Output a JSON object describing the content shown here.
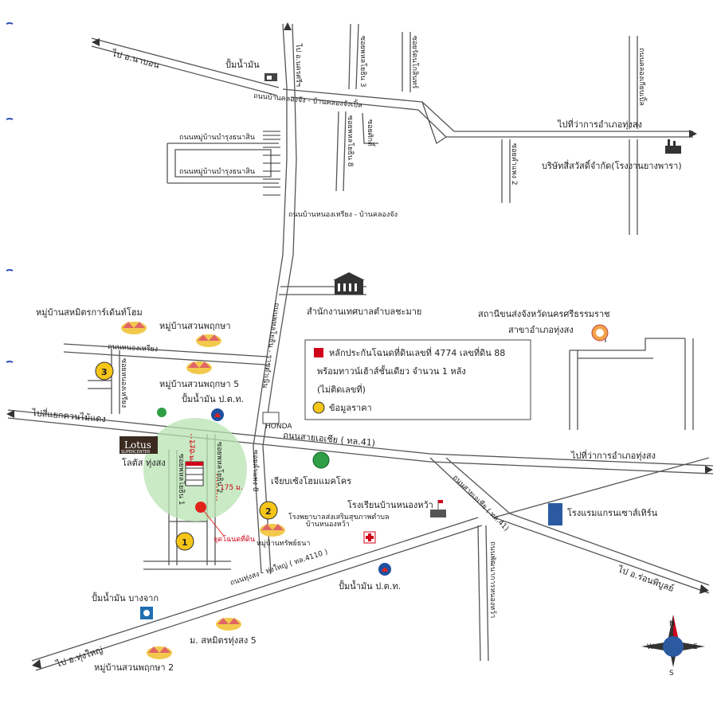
{
  "labels": {
    "to_na_bon": "ไป อ.นาบอน",
    "gas_top": "ปั้มน้ำมัน",
    "road_khlong_chang": "ถนนบ้านคลองจัง - บ้านคลองจังเปิ้ล",
    "to_thung_song_office_top": "ไปที่ว่าการอำเภอทุ่งสง",
    "company": "บริษัทสี่สวัสดิ์จำกัด(โรงงานยางพารา)",
    "village_road_1": "ถนนหมู่บ้านบำรุงธนาสิน",
    "village_road_2": "ถนนหมู่บ้านบำรุงธนาสิน",
    "road_nong_riang": "ถนนบ้านหนองเหรียง - บ้านคลองจัง",
    "municipal_office": "สำนักงานเทศบาลตำบลชะมาย",
    "post_office_1": "สถานีขนส่งจังหวัดนครศรีธรรมราช",
    "post_office_2": "สาขาอำเภอทุ่งสง",
    "village_sahamit": "หมู่บ้านสหมิตรการ์เด้นท์โฮม",
    "village_suan_1": "หมู่บ้านสวนพฤกษา",
    "road_nong_riang_v": "ถนนหนองเหรียง",
    "village_suan_5": "หมู่บ้านสวนพฤกษา 5",
    "gas_ptt_1": "ปั้มน้ำมัน ป.ต.ท.",
    "to_khuan_mai_daeng": "ไปสี่แยกควนไม้แดง",
    "lotus_brand": "Lotus",
    "lotus_sub": "SUPERCENTER",
    "lotus_label": "โลตัส ทุ่งสง",
    "asia_road": "ถนนสายเอเชีย ( ทล.41)",
    "to_thung_song_office_mid": "ไปที่ว่าการอำเภอทุ่งสง",
    "honda": "HONDA",
    "dist_170": "170 ม.",
    "dist_175": "175 ม.",
    "jiab": "เจียบเซ้งโฮมแมคโคร",
    "soi_1": "ซอยพหลโยธิน 1",
    "soi_2": "ซอยพหลโยธิน 2",
    "school": "โรงเรียนบ้านหนองหว้า",
    "hospital_1": "โรงพยาบาลส่งเสริมสุขภาพตำบล",
    "hospital_2": "บ้านหนองหว้า",
    "village_sap_patana": "หมู่บ้านทรัพย์ธนา",
    "target": "จุดโฉนดที่ดิน",
    "asia_road_diag": "ถนนสายเอเชีย ( ทล.41)",
    "hotel": "โรงแรมแกรนเซาส์เทิร์น",
    "thungsong_road": "ถนนทุ่งสง - ทุ่งใหญ่ ( ทล.4110 )",
    "gas_ptt_2": "ปั้มน้ำมัน ป.ต.ท.",
    "to_ron_phibun": "ไป อ.ร่อนพิบูลย์",
    "gas_bangchak": "ปั้มน้ำมัน บางจาก",
    "sahamit_5": "ม. สหมิตรทุ่งสง 5",
    "to_thung_yai": "ไป อ.ทุ่งใหญ่",
    "village_suan_2": "หมู่บ้านสวนพฤกษา 2",
    "compass_n": "N",
    "compass_s": "S",
    "compass_e": "E",
    "compass_w": "W"
  },
  "vertical_labels": {
    "to_nakhon": "ไป อ.นครศรีฯ",
    "soi_pahon_3": "ซอยพหลโยธิน 3",
    "soi_rattanakosin": "ซอยรัตนโกสินทร์",
    "soi_p8": "ซอยพหลโยธิน 8",
    "soi_sap": "ซอยศักดิ์",
    "soi_kham_8": "ซอยคำแพง 8",
    "soi_kham_2": "ซอยคำแพง 2",
    "road_khlong_kiap": "ถนนคลองเกียบเปิ้ล",
    "road_pattana": "ถนนพัฒนาการหนองหว้า",
    "road_ratchadamnoen": "ถนนพหลโยธิน - ราชดำเนิน",
    "soi_nongriang_v": "ซอยหนองเหรียง"
  },
  "legend": {
    "line1": "หลักประกันโฉนดที่ดินเลขที่ 4774 เลขที่ดิน 88",
    "line2": "พร้อมทาวน์เฮ้าส์ชั้นเดียว จำนวน 1 หลัง",
    "line3": "(ไม่ติดเลขที่)",
    "line4": "ข้อมูลราคา"
  },
  "markers": {
    "m1": "1",
    "m2": "2",
    "m3": "3"
  },
  "colors": {
    "road": "#555555",
    "target_red": "#e2231a",
    "marker_yellow": "#f5c518",
    "buffer_green": "#b7e3b0",
    "ptt_blue": "#1f4fa0"
  }
}
